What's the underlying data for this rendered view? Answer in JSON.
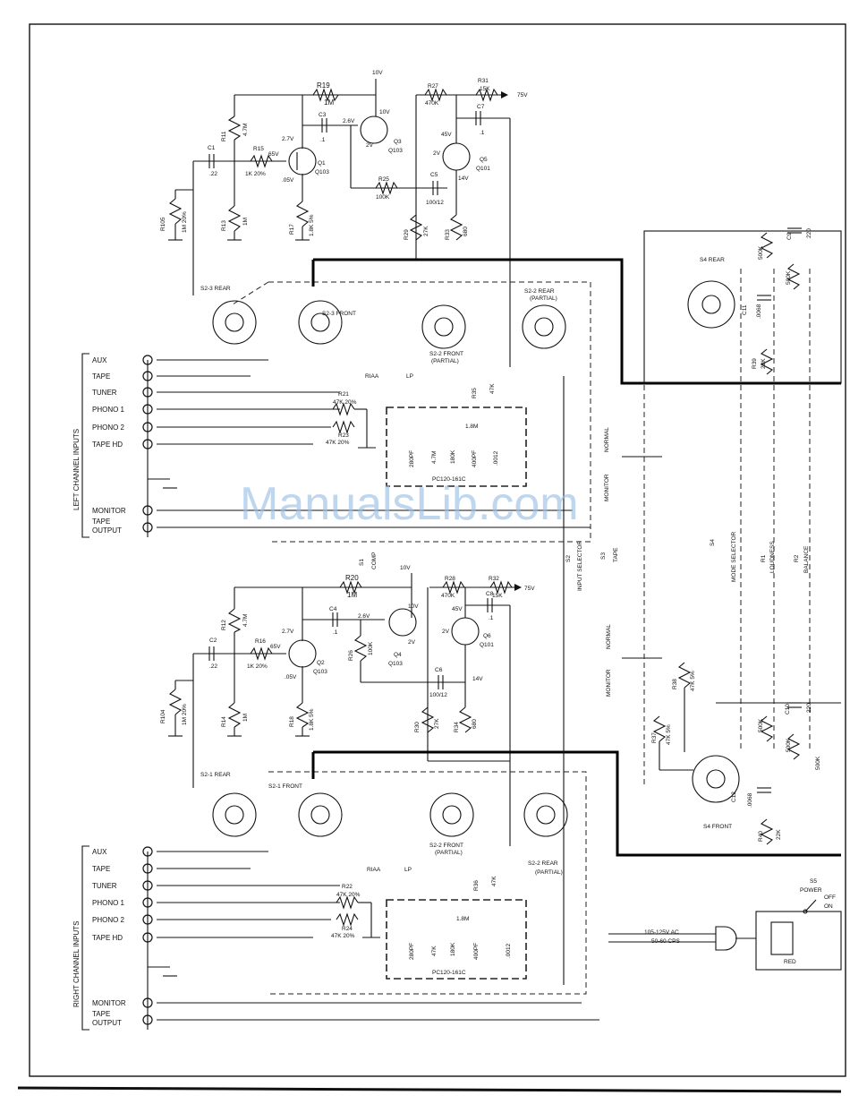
{
  "watermark": "ManualsLib.com",
  "left_channel": {
    "title": "LEFT CHANNEL INPUTS",
    "inputs": [
      "AUX",
      "TAPE",
      "TUNER",
      "PHONO 1",
      "PHONO 2",
      "TAPE HD"
    ],
    "outputs": [
      "MONITOR",
      "TAPE",
      "OUTPUT"
    ],
    "transistors": [
      {
        "ref": "Q1",
        "type": "Q103"
      },
      {
        "ref": "Q3",
        "type": "Q103"
      },
      {
        "ref": "Q5",
        "type": "Q101"
      }
    ],
    "resistors": [
      {
        "ref": "R19",
        "value": "1M"
      },
      {
        "ref": "R11",
        "value": "4.7M"
      },
      {
        "ref": "R15",
        "value": "1K 20%"
      },
      {
        "ref": "R13",
        "value": "1M"
      },
      {
        "ref": "R105",
        "value": "1M 20%"
      },
      {
        "ref": "R17",
        "value": "1.8K 5%"
      },
      {
        "ref": "R25",
        "value": "100K"
      },
      {
        "ref": "R27",
        "value": "470K"
      },
      {
        "ref": "R31",
        "value": "15K"
      },
      {
        "ref": "R29",
        "value": "27K"
      },
      {
        "ref": "R33",
        "value": "680"
      },
      {
        "ref": "R35",
        "value": "47K"
      },
      {
        "ref": "R21",
        "value": "47K 20%"
      },
      {
        "ref": "R23",
        "value": "47K 20%"
      }
    ],
    "capacitors": [
      {
        "ref": "C1",
        "value": ".22"
      },
      {
        "ref": "C3",
        "value": ".1"
      },
      {
        "ref": "C5",
        "value": "100/12"
      },
      {
        "ref": "C7",
        "value": ".1"
      }
    ],
    "voltages": [
      "10V",
      "2.7V",
      "65V",
      "2.6V",
      "10V",
      "2V",
      "45V",
      "2V",
      "14V",
      ".05V",
      "75V"
    ],
    "switches": [
      "S2-3 REAR",
      "S2-3 FRONT",
      "S2-2 FRONT",
      "(PARTIAL)",
      "S2-2 REAR",
      "(PARTIAL)"
    ],
    "eq_network": {
      "name": "PC120-161C",
      "parts": [
        "280PF",
        "4.7M",
        "180K",
        "400PF",
        ".0012",
        "1.8M"
      ]
    },
    "riaa": "RIAA",
    "lp": "LP",
    "normal": "NORMAL",
    "monitor": "MONITOR"
  },
  "right_channel": {
    "title": "RIGHT CHANNEL INPUTS",
    "inputs": [
      "AUX",
      "TAPE",
      "TUNER",
      "PHONO 1",
      "PHONO 2",
      "TAPE HD"
    ],
    "outputs": [
      "MONITOR",
      "TAPE",
      "OUTPUT"
    ],
    "transistors": [
      {
        "ref": "Q2",
        "type": "Q103"
      },
      {
        "ref": "Q4",
        "type": "Q103"
      },
      {
        "ref": "Q6",
        "type": "Q101"
      }
    ],
    "resistors": [
      {
        "ref": "R20",
        "value": "1M"
      },
      {
        "ref": "R12",
        "value": "4.7M"
      },
      {
        "ref": "R16",
        "value": "1K 20%"
      },
      {
        "ref": "R14",
        "value": "1M"
      },
      {
        "ref": "R104",
        "value": "1M 20%"
      },
      {
        "ref": "R18",
        "value": "1.8K 5%"
      },
      {
        "ref": "R26",
        "value": "100K"
      },
      {
        "ref": "R28",
        "value": "470K"
      },
      {
        "ref": "R32",
        "value": "15K"
      },
      {
        "ref": "R30",
        "value": "27K"
      },
      {
        "ref": "R34",
        "value": "680"
      },
      {
        "ref": "R36",
        "value": "47K"
      },
      {
        "ref": "R22",
        "value": "47K 20%"
      },
      {
        "ref": "R24",
        "value": "47K 20%"
      }
    ],
    "capacitors": [
      {
        "ref": "C2",
        "value": ".22"
      },
      {
        "ref": "C4",
        "value": ".1"
      },
      {
        "ref": "C6",
        "value": "100/12"
      },
      {
        "ref": "C8",
        "value": ".1"
      }
    ],
    "voltages": [
      "10V",
      "2.7V",
      "65V",
      "2.6V",
      "10V",
      "2V",
      "45V",
      "2V",
      "14V",
      ".05V",
      "75V"
    ],
    "switches": [
      "S2-1 REAR",
      "S2-1 FRONT",
      "S2-2 FRONT",
      "(PARTIAL)",
      "S2-2 REAR",
      "(PARTIAL)"
    ],
    "eq_network": {
      "name": "PC120-161C",
      "parts": [
        "280PF",
        "47K",
        "180K",
        "400PF",
        ".0012",
        "1.8M"
      ]
    },
    "riaa": "RIAA",
    "lp": "LP",
    "normal": "NORMAL",
    "monitor": "MONITOR"
  },
  "center_labels": {
    "s1": "S1",
    "comp": "COMP",
    "s2": "S2",
    "input_selector": "INPUT SELECTOR",
    "s3": "S3",
    "tape": "TAPE",
    "s4": "S4",
    "mode_selector": "MODE SELECTOR",
    "r1": "R1",
    "loudness": "LOUDNESS",
    "r2": "R2",
    "balance": "BALANCE"
  },
  "mode_section": {
    "s4_rear": "S4 REAR",
    "s4_front": "S4 FRONT",
    "top": {
      "pot": "500K",
      "pot2": "500K",
      "c9": "C9",
      "c9v": "220",
      "c11": "C11",
      "c11v": ".0068",
      "r39": "R39",
      "r39v": "22K"
    },
    "bottom": {
      "pot": "500K",
      "pot2": "500K",
      "c10": "C10",
      "c10v": "220",
      "c12": "C12",
      "c12v": ".0068",
      "r40": "R40",
      "r40v": "22K"
    },
    "r37": "R37",
    "r37v": "47K 5%",
    "r38": "R38",
    "r38v": "47K 5%",
    "edge": "500K"
  },
  "power": {
    "switch": "S5",
    "switch_label": "POWER",
    "off": "OFF",
    "on": "ON",
    "mains": "105-125V AC",
    "freq": "50-60 CPS",
    "lamp": "RED"
  }
}
